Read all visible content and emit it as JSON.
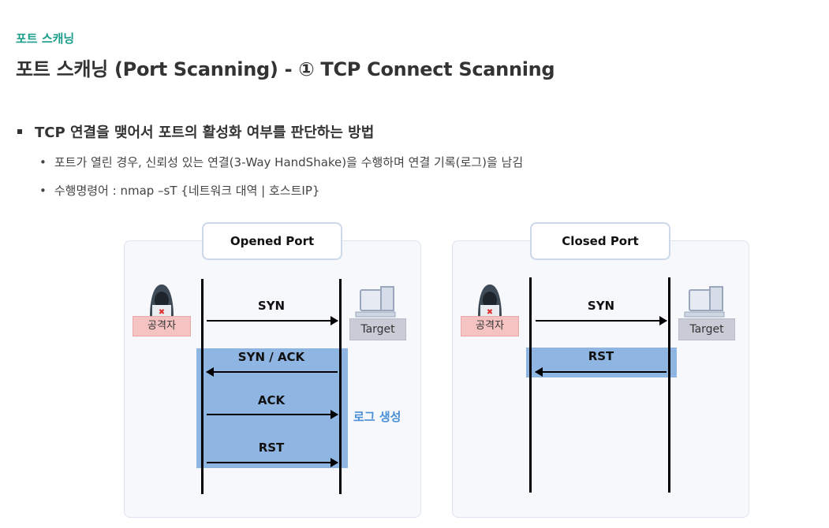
{
  "header": {
    "section_label": "포트 스캐닝",
    "title": "포트 스캐닝 (Port Scanning) - ① TCP Connect Scanning"
  },
  "bullets": {
    "main": "TCP 연결을 맺어서 포트의 활성화 여부를 판단하는 방법",
    "sub": [
      "포트가 열린 경우, 신뢰성 있는 연결(3-Way HandShake)을 수행하며 연결 기록(로그)을 남김",
      "수행명령어 : nmap –sT {네트워크 대역 | 호스트IP}"
    ],
    "bullet_symbol": "•"
  },
  "diagram": {
    "opened": {
      "title": "Opened Port",
      "attacker_label": "공격자",
      "target_label": "Target",
      "messages": [
        "SYN",
        "SYN / ACK",
        "ACK",
        "RST"
      ],
      "log_label": "로그 생성"
    },
    "closed": {
      "title": "Closed Port",
      "attacker_label": "공격자",
      "target_label": "Target",
      "messages": [
        "SYN",
        "RST"
      ]
    },
    "colors": {
      "band": "#8fb6e3",
      "accent": "#1a9e8a",
      "log": "#4a8fd6"
    },
    "icons": [
      "hacker-icon",
      "computer-icon"
    ]
  }
}
